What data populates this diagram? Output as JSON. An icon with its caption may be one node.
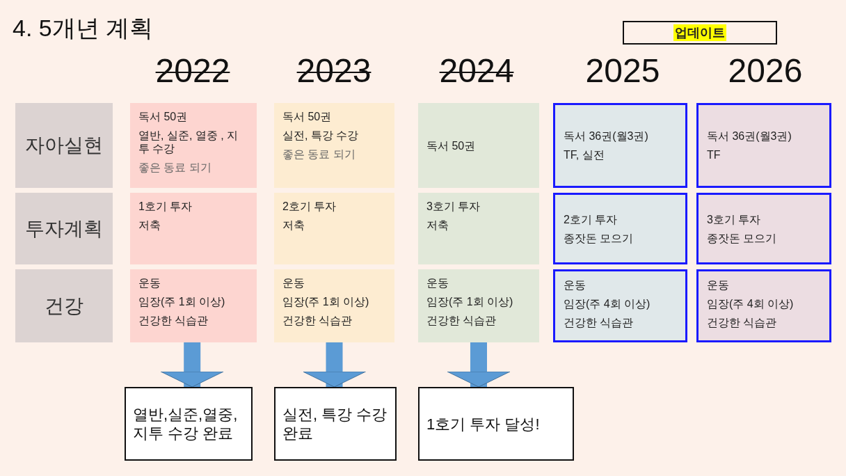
{
  "diagram": {
    "title": "4. 5개년 계획",
    "nodes": [
      {
        "text": [
          "업데이트"
        ]
      },
      {
        "text": [
          "자아실현"
        ]
      },
      {
        "text": [
          "독서 50권",
          "열반, 실준, 열중 , 지투 수강",
          "좋은 동료 되기"
        ]
      },
      {
        "text": [
          "독서 50권",
          "실전, 특강 수강",
          "좋은 동료 되기"
        ]
      },
      {
        "text": [
          "독서 50권"
        ]
      },
      {
        "text": [
          "독서 36권(월3권)",
          "TF, 실전"
        ]
      },
      {
        "text": [
          "독서 36권(월3권)",
          "TF"
        ]
      },
      {
        "text": [
          "투자계획"
        ]
      },
      {
        "text": [
          "1호기 투자",
          "저축"
        ]
      },
      {
        "text": [
          "2호기 투자",
          "저축"
        ]
      },
      {
        "text": [
          "3호기 투자",
          "저축"
        ]
      },
      {
        "text": [
          "2호기 투자",
          "종잣돈 모으기"
        ]
      },
      {
        "text": [
          "3호기 투자",
          "종잣돈 모으기"
        ]
      },
      {
        "text": [
          "건강"
        ]
      },
      {
        "text": [
          "운동",
          "임장(주 1회 이상)",
          "건강한 식습관"
        ]
      },
      {
        "text": [
          "운동",
          "임장(주 1회 이상)",
          "건강한 식습관"
        ]
      },
      {
        "text": [
          "운동",
          "임장(주 1회 이상)",
          "건강한 식습관"
        ]
      },
      {
        "text": [
          "운동",
          "임장(주 4회 이상)",
          "건강한 식습관"
        ]
      },
      {
        "text": [
          "운동",
          "임장(주 4회 이상)",
          "건강한 식습관"
        ]
      },
      {
        "text": [
          "열반,실준,열중, 지투 수강 완료"
        ]
      },
      {
        "text": [
          "실전, 특강 수강 완료"
        ]
      },
      {
        "text": [
          "1호기 투자 달성!"
        ]
      }
    ],
    "edges": [
      {
        "from": 14,
        "to": 19,
        "arrow": "to"
      },
      {
        "from": 15,
        "to": 20,
        "arrow": "to"
      },
      {
        "from": 16,
        "to": 21,
        "arrow": "to"
      }
    ],
    "labels": [
      "2022",
      "2023",
      "2024",
      "2025",
      "2026"
    ]
  }
}
